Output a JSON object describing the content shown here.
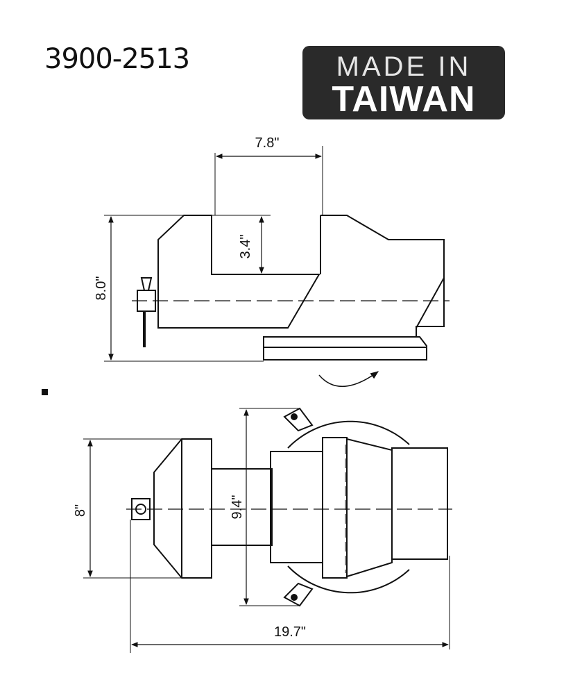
{
  "part_number": "3900-2513",
  "badge": {
    "line1": "MADE IN",
    "line2": "TAIWAN"
  },
  "dimensions": {
    "jaw_width": "7.8\"",
    "throat_depth": "3.4\"",
    "height": "8.0\"",
    "base_width": "8\"",
    "swivel_width": "9.4\"",
    "overall_length": "19.7\""
  }
}
